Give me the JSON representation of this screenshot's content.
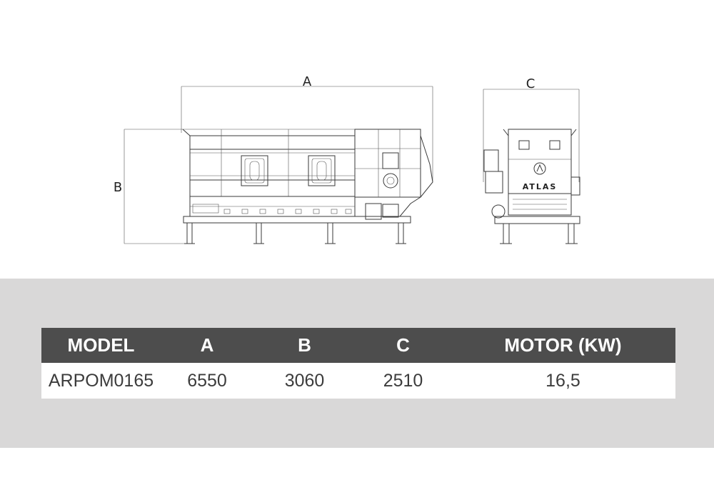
{
  "drawing": {
    "dim_a": "A",
    "dim_b": "B",
    "dim_c": "C",
    "logo": "ATLAS"
  },
  "spec_table": {
    "headers": [
      "MODEL",
      "A",
      "B",
      "C",
      "MOTOR (KW)"
    ],
    "rows": [
      [
        "ARPOM0165",
        "6550",
        "3060",
        "2510",
        "16,5"
      ]
    ]
  },
  "colors": {
    "header_bg": "#4d4d4d",
    "band_bg": "#d9d8d8",
    "line": "#3a3a3a"
  }
}
